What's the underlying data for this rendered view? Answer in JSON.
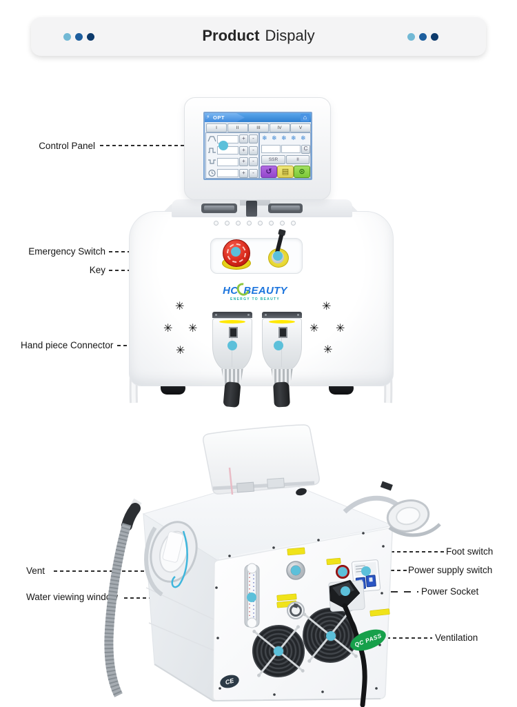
{
  "header": {
    "title_bold": "Product",
    "title_regular": "Dispaly"
  },
  "front_view": {
    "screen": {
      "title": "OPT",
      "tabs": [
        "I",
        "II",
        "III",
        "IV",
        "V"
      ],
      "plus": "+",
      "minus": "-",
      "clear": "C",
      "ssr": "SSR",
      "pulse": "II"
    },
    "logo": {
      "prefix": "HC",
      "suffix": "BEAUTY",
      "tagline": "ENERGY TO BEAUTY"
    },
    "callouts": {
      "control_panel": "Control Panel",
      "emergency_switch": "Emergency Switch",
      "key": "Key",
      "handpiece_connector": "Hand piece Connector"
    }
  },
  "back_view": {
    "callouts": {
      "vent": "Vent",
      "water_window": "Water viewing window",
      "foot_switch": "Foot switch",
      "power_supply_switch": "Power supply switch",
      "power_socket": "Power Socket",
      "ventilation": "Ventilation"
    },
    "ce_label": "CE",
    "qc_label": "QC PASS"
  },
  "icons": {
    "home": "⌂",
    "flash": "⚡",
    "snowflake": "❄",
    "return": "↺",
    "save": "▤",
    "power": "⊙",
    "vent_star": "✳"
  },
  "colors": {
    "accent_dot": "#5cc0da",
    "brand_blue": "#1b74dd",
    "brand_green": "#8dc63f",
    "tagline_teal": "#1fb0a8",
    "emergency_red": "#d92a1c",
    "safety_yellow": "#f5e400",
    "qc_green": "#17a04b",
    "header_dot_light": "#72b9d5",
    "header_dot_mid": "#1d5e9e",
    "header_dot_dark": "#0d3a6b"
  }
}
